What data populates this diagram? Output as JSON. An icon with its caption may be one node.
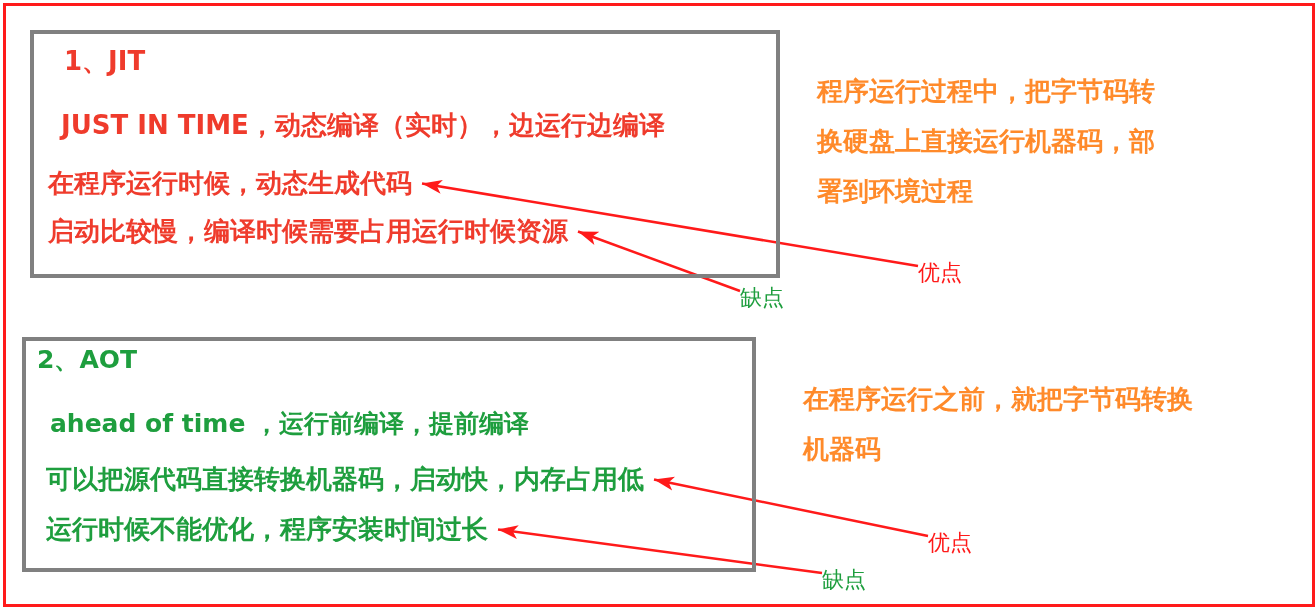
{
  "diagram": {
    "nodes": [
      {
        "text": [
          "1、JIT",
          "JUST IN TIME，动态编译（实时），边运行边编译"
        ]
      },
      {
        "text": [
          "在程序运行时候，动态生成代码"
        ],
        "in": 0
      },
      {
        "text": [
          "启动比较慢，编译时候需要占用运行时候资源"
        ],
        "in": 0
      },
      {
        "text": [
          "优点"
        ]
      },
      {
        "text": [
          "缺点"
        ]
      },
      {
        "text": [
          "2、AOT",
          "ahead of time ，运行前编译，提前编译"
        ]
      },
      {
        "text": [
          "可以把源代码直接转换机器码，启动快，内存占用低"
        ],
        "in": 5
      },
      {
        "text": [
          "运行时候不能优化，程序安装时间过长"
        ],
        "in": 5
      },
      {
        "text": [
          "优点"
        ]
      },
      {
        "text": [
          "缺点"
        ]
      }
    ],
    "edges": [
      {
        "from": 3,
        "to": 1,
        "arrow": "to"
      },
      {
        "from": 4,
        "to": 2,
        "arrow": "to"
      },
      {
        "from": 8,
        "to": 6,
        "arrow": "to"
      },
      {
        "from": 9,
        "to": 7,
        "arrow": "to"
      }
    ],
    "labels": [
      "程序运行过程中，把字节码转换硬盘上直接运行机器码，部署到环境过程",
      "在程序运行之前，就把字节码转换机器码"
    ]
  }
}
